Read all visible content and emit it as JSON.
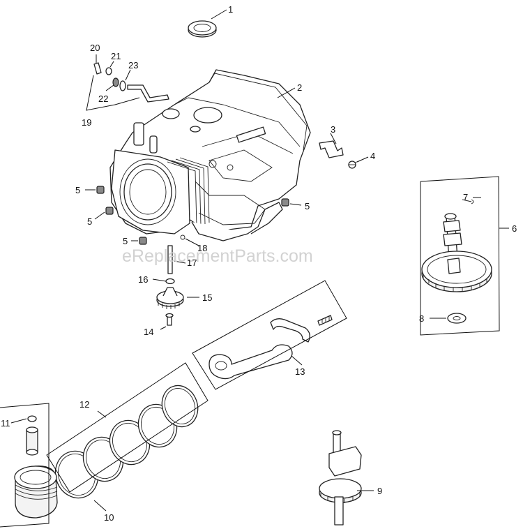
{
  "watermark": "eReplacementParts.com",
  "callouts": {
    "c1": "1",
    "c2": "2",
    "c3": "3",
    "c4": "4",
    "c5a": "5",
    "c5b": "5",
    "c5c": "5",
    "c5d": "5",
    "c6": "6",
    "c7": "7",
    "c8": "8",
    "c9": "9",
    "c10": "10",
    "c11": "11",
    "c12": "12",
    "c13": "13",
    "c14": "14",
    "c15": "15",
    "c16": "16",
    "c17": "17",
    "c18": "18",
    "c19": "19",
    "c20": "20",
    "c21": "21",
    "c22": "22",
    "c23": "23"
  },
  "colors": {
    "line": "#222222",
    "background": "#ffffff",
    "watermark": "#d2d2d2"
  }
}
